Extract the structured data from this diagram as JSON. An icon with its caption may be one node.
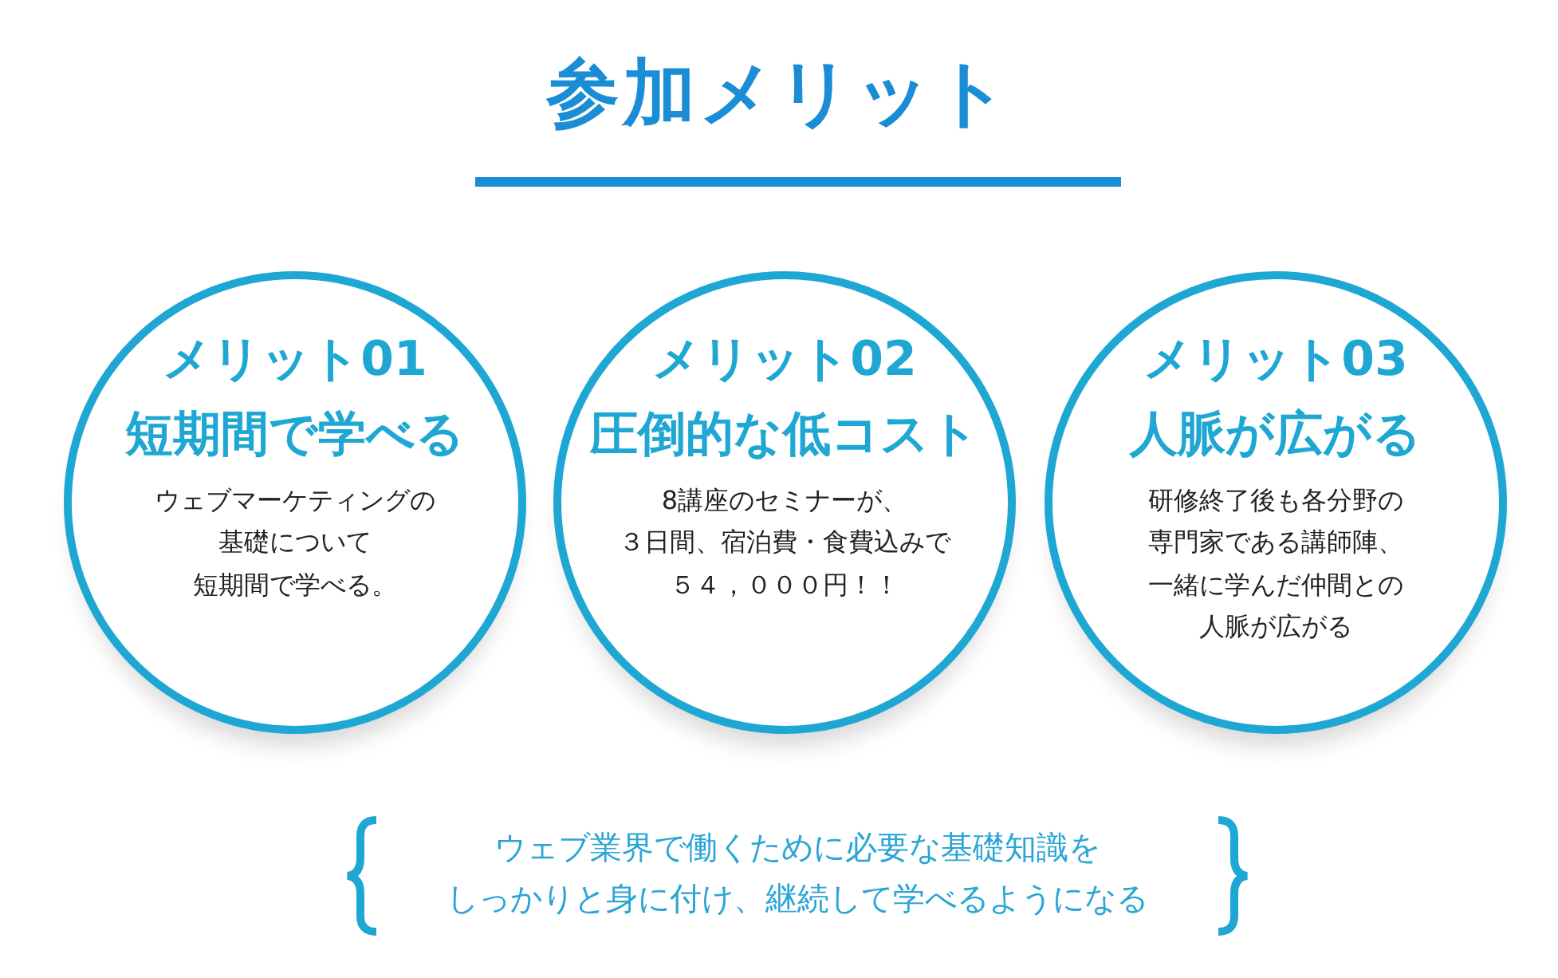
{
  "diagram": {
    "title": "参加メリット",
    "nodes": [
      {
        "text": [
          "メリット01",
          "短期間で学べる",
          "ウェブマーケティングの基礎について短期間で学べる。"
        ]
      },
      {
        "text": [
          "メリット02",
          "圧倒的な低コスト",
          "8講座のセミナーが、３日間、宿泊費・食費込みで５４，０００円！！"
        ]
      },
      {
        "text": [
          "メリット03",
          "人脈が広がる",
          "研修終了後も各分野の専門家である講師陣、一緒に学んだ仲間との人脈が広がる"
        ]
      }
    ],
    "edges": [],
    "labels": [
      "ウェブ業界で働くために必要な基礎知識をしっかりと身に付け、継続して学べるようになる"
    ]
  }
}
